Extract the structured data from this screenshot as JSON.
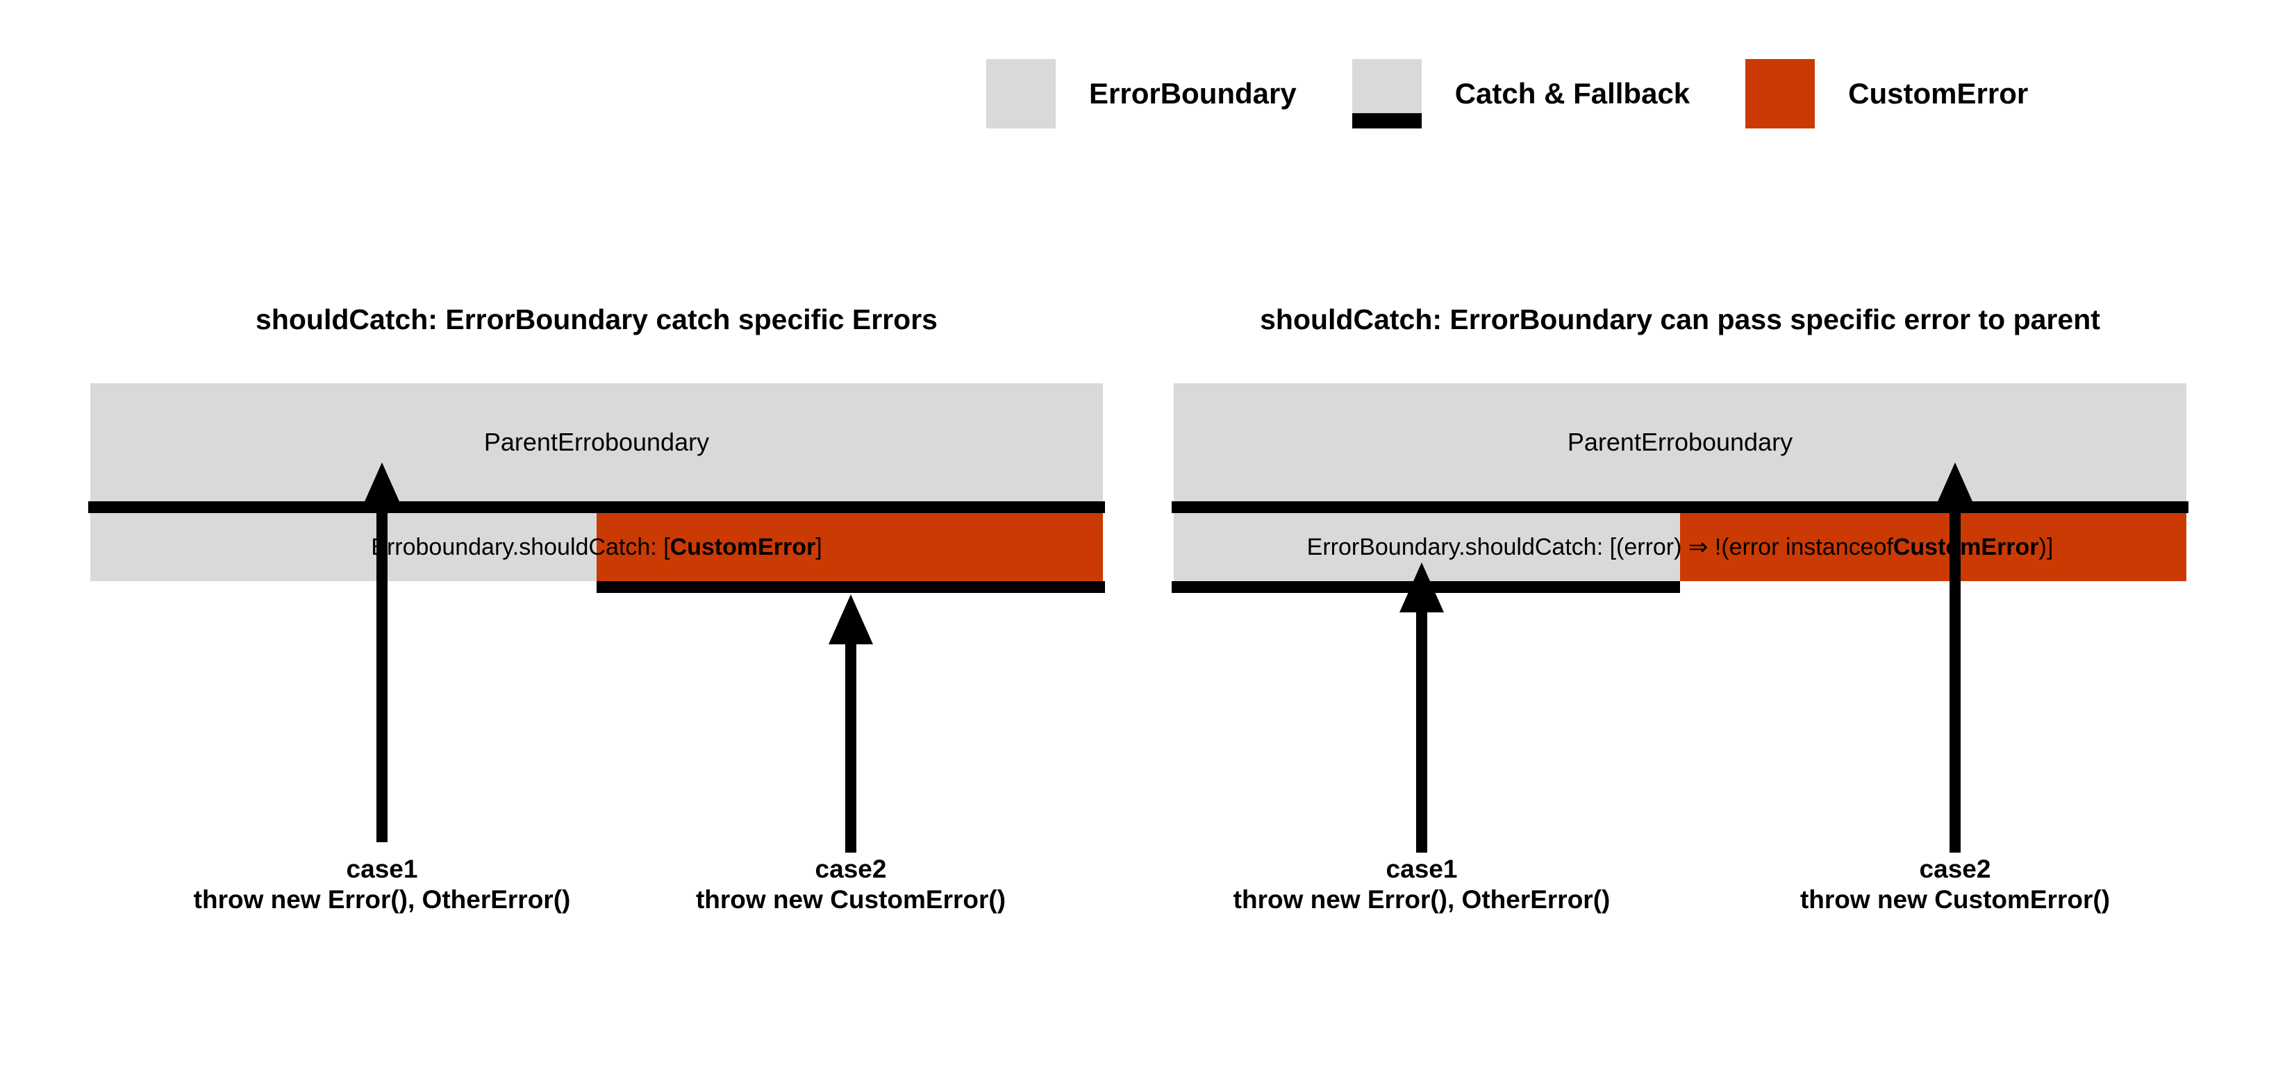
{
  "legend": {
    "items": [
      {
        "label": "ErrorBoundary",
        "swatch": "gray",
        "color": "#d9d9d9"
      },
      {
        "label": "Catch & Fallback",
        "swatch": "fallback",
        "color": "#d9d9d9",
        "bar_color": "#000000"
      },
      {
        "label": "CustomError",
        "swatch": "orange",
        "color": "#cc3a04"
      }
    ]
  },
  "panels": [
    {
      "title": "shouldCatch: ErrorBoundary catch specific Errors",
      "parent_label": "ParentErroboundary",
      "child_label_plain_1": "Erroboundary.shouldCatch: [",
      "child_label_bold": "CustomError",
      "child_label_plain_2": "]",
      "cases": [
        {
          "name": "case1",
          "code": "throw new Error(), OtherError()"
        },
        {
          "name": "case2",
          "code": "throw new CustomError()"
        }
      ]
    },
    {
      "title": "shouldCatch: ErrorBoundary can pass specific error to parent",
      "parent_label": "ParentErroboundary",
      "child_label_plain_1": "ErrorBoundary.shouldCatch: [(error) ⇒ !(error instanceof ",
      "child_label_bold": "CustomError",
      "child_label_plain_2": ")]",
      "cases": [
        {
          "name": "case1",
          "code": "throw new Error(), OtherError()"
        },
        {
          "name": "case2",
          "code": "throw new CustomError()"
        }
      ]
    }
  ],
  "colors": {
    "error_boundary_gray": "#d9d9d9",
    "custom_error_orange": "#cc3a04",
    "catch_fallback_black": "#000000",
    "background": "#ffffff"
  }
}
